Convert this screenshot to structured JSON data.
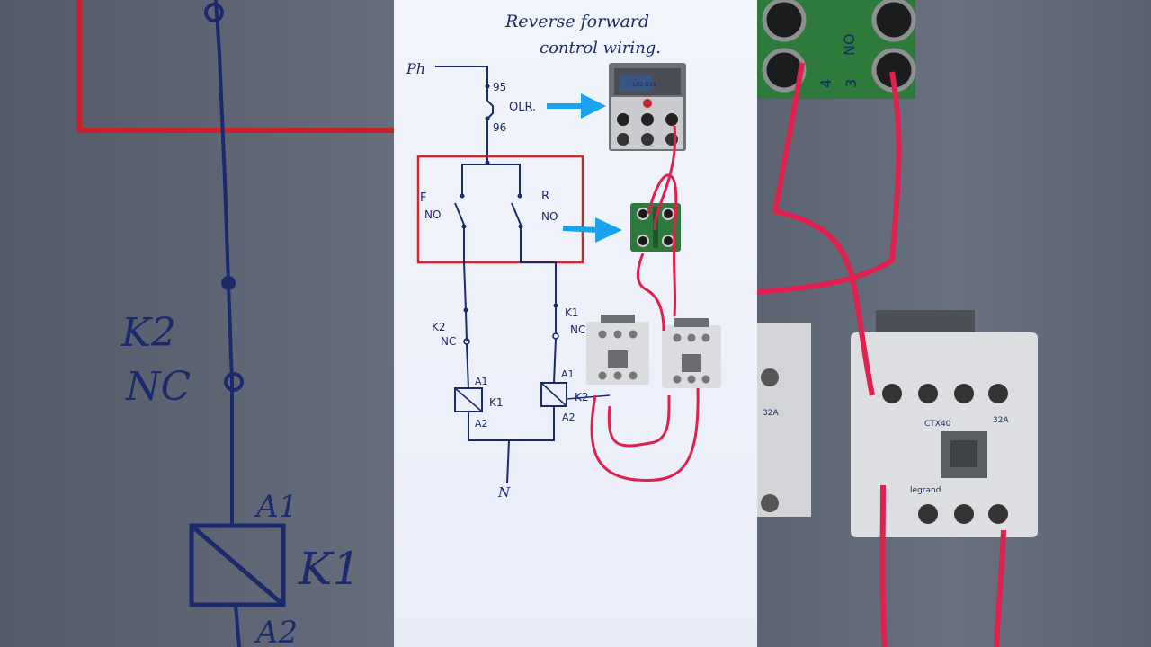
{
  "diagram": {
    "title_line1": "Reverse forward",
    "title_line2": "control wiring.",
    "labels": {
      "phase": "Ph",
      "neutral": "N",
      "olr_95": "95",
      "olr_96": "96",
      "olr": "OLR.",
      "forward": "F",
      "forward_no": "NO",
      "reverse": "R",
      "reverse_no": "NO",
      "k2": "K2",
      "k2_nc": "NC",
      "k1": "K1",
      "k1_nc": "NC",
      "a1_left": "A1",
      "a2_left": "A2",
      "coil_k1": "K1",
      "a1_right": "A1",
      "a2_right": "A2",
      "coil_k2": "K2"
    },
    "photo_labels": {
      "olr_model": "LR2 D13"
    },
    "zoom_left": {
      "k2": "K2",
      "nc": "NC",
      "a1": "A1",
      "k1": "K1",
      "a2": "A2"
    },
    "zoom_right": {
      "terminal_4": "4",
      "terminal_3": "3",
      "terminal_no": "NO",
      "rating_a": "32A",
      "rating_b": "32A",
      "model": "CTX40",
      "brand": "legrand"
    },
    "colors": {
      "ink": "#1b2a6b",
      "highlight_box": "#e0202a",
      "arrow": "#1aa3ee",
      "wire": "#e0204f",
      "button_green": "#2e7a3c"
    }
  }
}
